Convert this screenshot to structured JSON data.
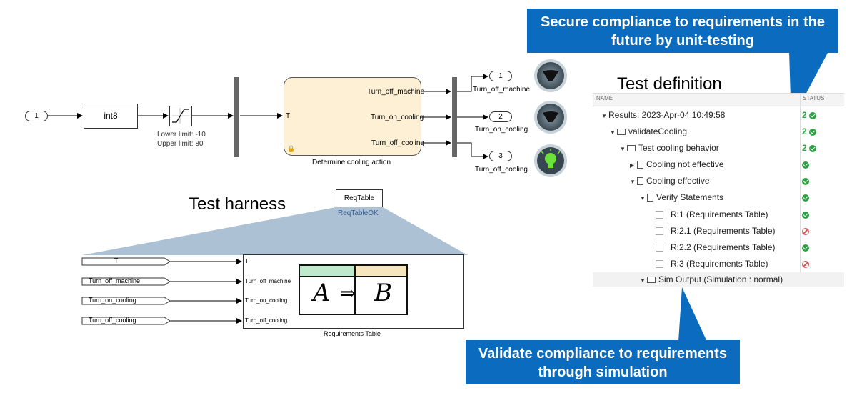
{
  "callouts": {
    "top": "Secure compliance to requirements in the future by unit-testing",
    "bottom": "Validate compliance to requirements through simulation"
  },
  "headings": {
    "test_definition": "Test definition",
    "test_harness": "Test harness"
  },
  "model": {
    "inport": "1",
    "int8_block": "int8",
    "saturation": {
      "lower": "Lower limit: -10",
      "upper": "Upper limit: 80"
    },
    "chart": {
      "name": "Determine cooling action",
      "input": "T",
      "outputs": [
        "Turn_off_machine",
        "Turn_on_cooling",
        "Turn_off_cooling"
      ]
    },
    "outports": [
      {
        "num": "1",
        "label": "Turn_off_machine"
      },
      {
        "num": "2",
        "label": "Turn_on_cooling"
      },
      {
        "num": "3",
        "label": "Turn_off_cooling"
      }
    ],
    "lamps": [
      "off",
      "off",
      "on"
    ]
  },
  "harness": {
    "reqtable_block": "ReqTable",
    "reqtable_caption": "ReqTableOK",
    "signals": [
      "T",
      "Turn_off_machine",
      "Turn_on_cooling",
      "Turn_off_cooling"
    ],
    "ports": [
      "T",
      "Turn_off_machine",
      "Turn_on_cooling",
      "Turn_off_cooling"
    ],
    "formula_a": "A",
    "formula_arrow": "⇒",
    "formula_b": "B",
    "caption": "Requirements Table"
  },
  "results_table": {
    "col_name": "NAME",
    "col_status": "STATUS",
    "rows": [
      {
        "label": "Results: 2023-Apr-04 10:49:58",
        "count": "2",
        "status": "pass"
      },
      {
        "label": "validateCooling",
        "count": "2",
        "status": "pass"
      },
      {
        "label": "Test cooling behavior",
        "count": "2",
        "status": "pass"
      },
      {
        "label": "Cooling not effective",
        "count": "",
        "status": "pass"
      },
      {
        "label": "Cooling effective",
        "count": "",
        "status": "pass"
      },
      {
        "label": "Verify Statements",
        "count": "",
        "status": "pass"
      },
      {
        "label": "R:1 (Requirements Table)",
        "count": "",
        "status": "pass"
      },
      {
        "label": "R:2.1 (Requirements Table)",
        "count": "",
        "status": "fail"
      },
      {
        "label": "R:2.2 (Requirements Table)",
        "count": "",
        "status": "pass"
      },
      {
        "label": "R:3 (Requirements Table)",
        "count": "",
        "status": "fail"
      },
      {
        "label": "Sim Output (Simulation : normal)",
        "count": "",
        "status": ""
      }
    ]
  },
  "colors": {
    "callout_blue": "#0a6bbf",
    "pass_green": "#2ea043",
    "fail_red": "#d9534f",
    "chart_fill": "#fdf0d5",
    "play_green": "#4caf25"
  }
}
